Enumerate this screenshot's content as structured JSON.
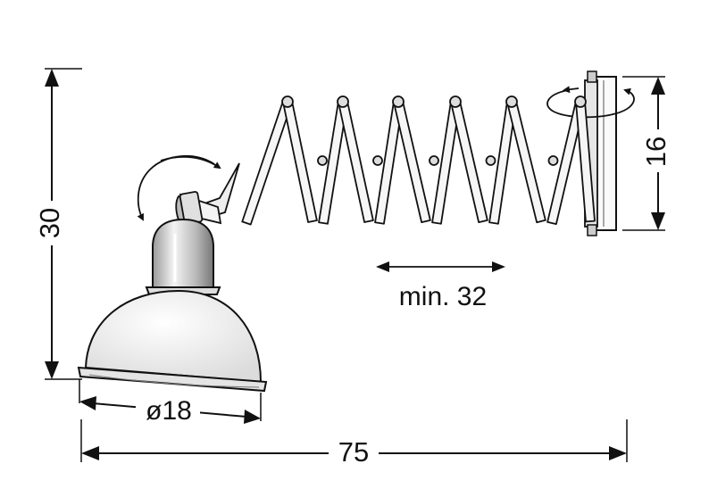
{
  "dimensions": {
    "height_total": "30",
    "mount_height": "16",
    "min_extension": "min. 32",
    "shade_diameter": "ø18",
    "total_length": "75"
  },
  "colors": {
    "ink": "#111111",
    "shade_fill": "#f4f4f4",
    "background": "#ffffff"
  }
}
